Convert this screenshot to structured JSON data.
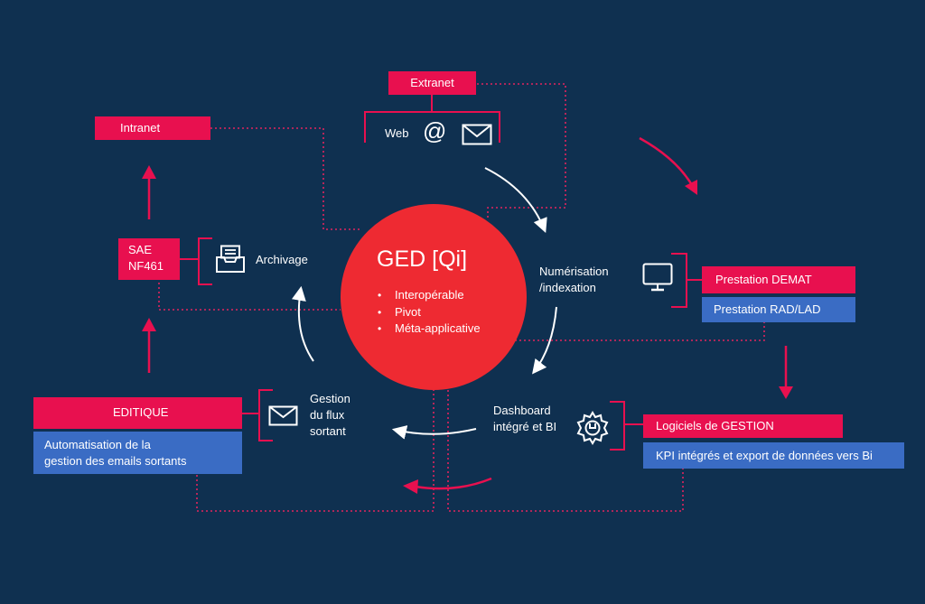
{
  "colors": {
    "background": "#0f3050",
    "accent_pink": "#e8104f",
    "accent_red": "#ee2a32",
    "box_blue": "#3a6cc4",
    "text": "#ffffff"
  },
  "center": {
    "title": "GED [Qi]",
    "bullets": [
      "Interopérable",
      "Pivot",
      "Méta-applicative"
    ]
  },
  "nodes": {
    "extranet": "Extranet",
    "intranet": "Intranet",
    "web": "Web",
    "sae_line1": "SAE",
    "sae_line2": "NF461",
    "archivage": "Archivage",
    "numerisation_line1": "Numérisation",
    "numerisation_line2": "/indexation",
    "prestation_demat": "Prestation DEMAT",
    "prestation_rad": "Prestation RAD/LAD",
    "dashboard_line1": "Dashboard",
    "dashboard_line2": "intégré et BI",
    "logiciels": "Logiciels de GESTION",
    "kpi": "KPI intégrés et export de données vers Bi",
    "gestion_line1": "Gestion",
    "gestion_line2": "du flux",
    "gestion_line3": "sortant",
    "editique": "EDITIQUE",
    "auto_line1": "Automatisation de la",
    "auto_line2": "gestion des emails sortants"
  },
  "icons": {
    "at": "@",
    "envelope_web": "envelope-icon",
    "envelope_flux": "envelope-icon",
    "archive": "inbox-tray-icon",
    "monitor": "monitor-icon",
    "gear": "gear-icon"
  }
}
